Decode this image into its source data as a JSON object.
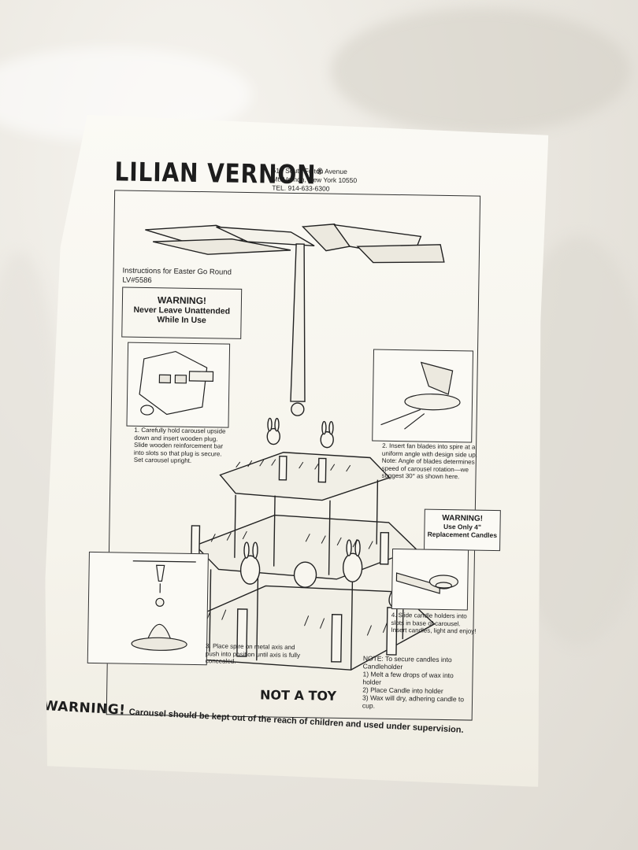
{
  "brand": {
    "name": "LILIAN VERNON",
    "registered": "®"
  },
  "address": {
    "line1": "510 South Fulton Avenue",
    "line2": "Mt. Vernon, New York 10550",
    "phone": "TEL. 914-633-6300"
  },
  "product": {
    "title": "Instructions for Easter Go Round",
    "code": "LV#5586"
  },
  "warning_box": {
    "title": "WARNING!",
    "line1": "Never Leave Unattended",
    "line2": "While In Use"
  },
  "steps": {
    "step1": "1. Carefully hold carousel upside down and insert wooden plug. Slide wooden reinforcement bar into slots so that plug is secure. Set carousel upright.",
    "step2": "2. Insert fan blades into spire at a uniform angle with design side up. Note: Angle of blades determines speed of carousel rotation—we suggest 30° as shown here.",
    "step3": "3. Place spire on metal axis and push into position until axis is fully concealed.",
    "step4": "4. Slide candle holders into slots in base of carousel. Insert candles, light and enjoy!"
  },
  "replacement": {
    "title": "WARNING!",
    "line1": "Use Only 4\"",
    "line2": "Replacement Candles"
  },
  "note": {
    "head": "NOTE: To secure candles into Candleholder",
    "item1": "1) Melt a few drops of wax into holder",
    "item2": "2) Place Candle into holder",
    "item3": "3) Wax will dry, adhering candle to cup."
  },
  "not_a_toy": "NOT A TOY",
  "bottom_warning": {
    "label": "WARNING!",
    "message": "Carousel should be kept out of the reach of children and used under supervision."
  }
}
